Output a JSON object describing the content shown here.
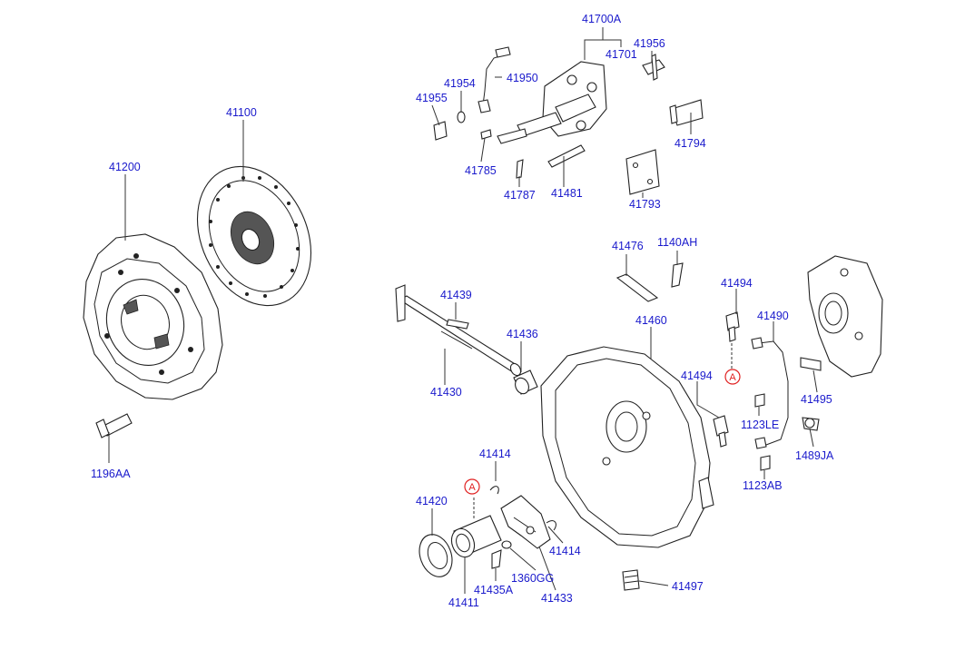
{
  "part_labels": {
    "p41700A": "41700A",
    "p41701": "41701",
    "p41956": "41956",
    "p41954": "41954",
    "p41950": "41950",
    "p41955": "41955",
    "p41785": "41785",
    "p41787": "41787",
    "p41481": "41481",
    "p41793": "41793",
    "p41794": "41794",
    "p41100": "41100",
    "p41200": "41200",
    "p1196AA": "1196AA",
    "p41476": "41476",
    "p1140AH": "1140AH",
    "p41494a": "41494",
    "p41490": "41490",
    "p41439": "41439",
    "p41436": "41436",
    "p41460": "41460",
    "p41430": "41430",
    "p41494b": "41494",
    "p41495": "41495",
    "p1123LE": "1123LE",
    "p1489JA": "1489JA",
    "p1123AB": "1123AB",
    "p41414a": "41414",
    "p41420": "41420",
    "p41414b": "41414",
    "p1360GG": "1360GG",
    "p41435A": "41435A",
    "p41411": "41411",
    "p41433": "41433",
    "p41497": "41497"
  },
  "reference_markers": {
    "hose_end": "A",
    "bearing_end": "A"
  },
  "colors": {
    "label": "#1a1acc",
    "marker": "#e02020",
    "line": "#222222"
  }
}
